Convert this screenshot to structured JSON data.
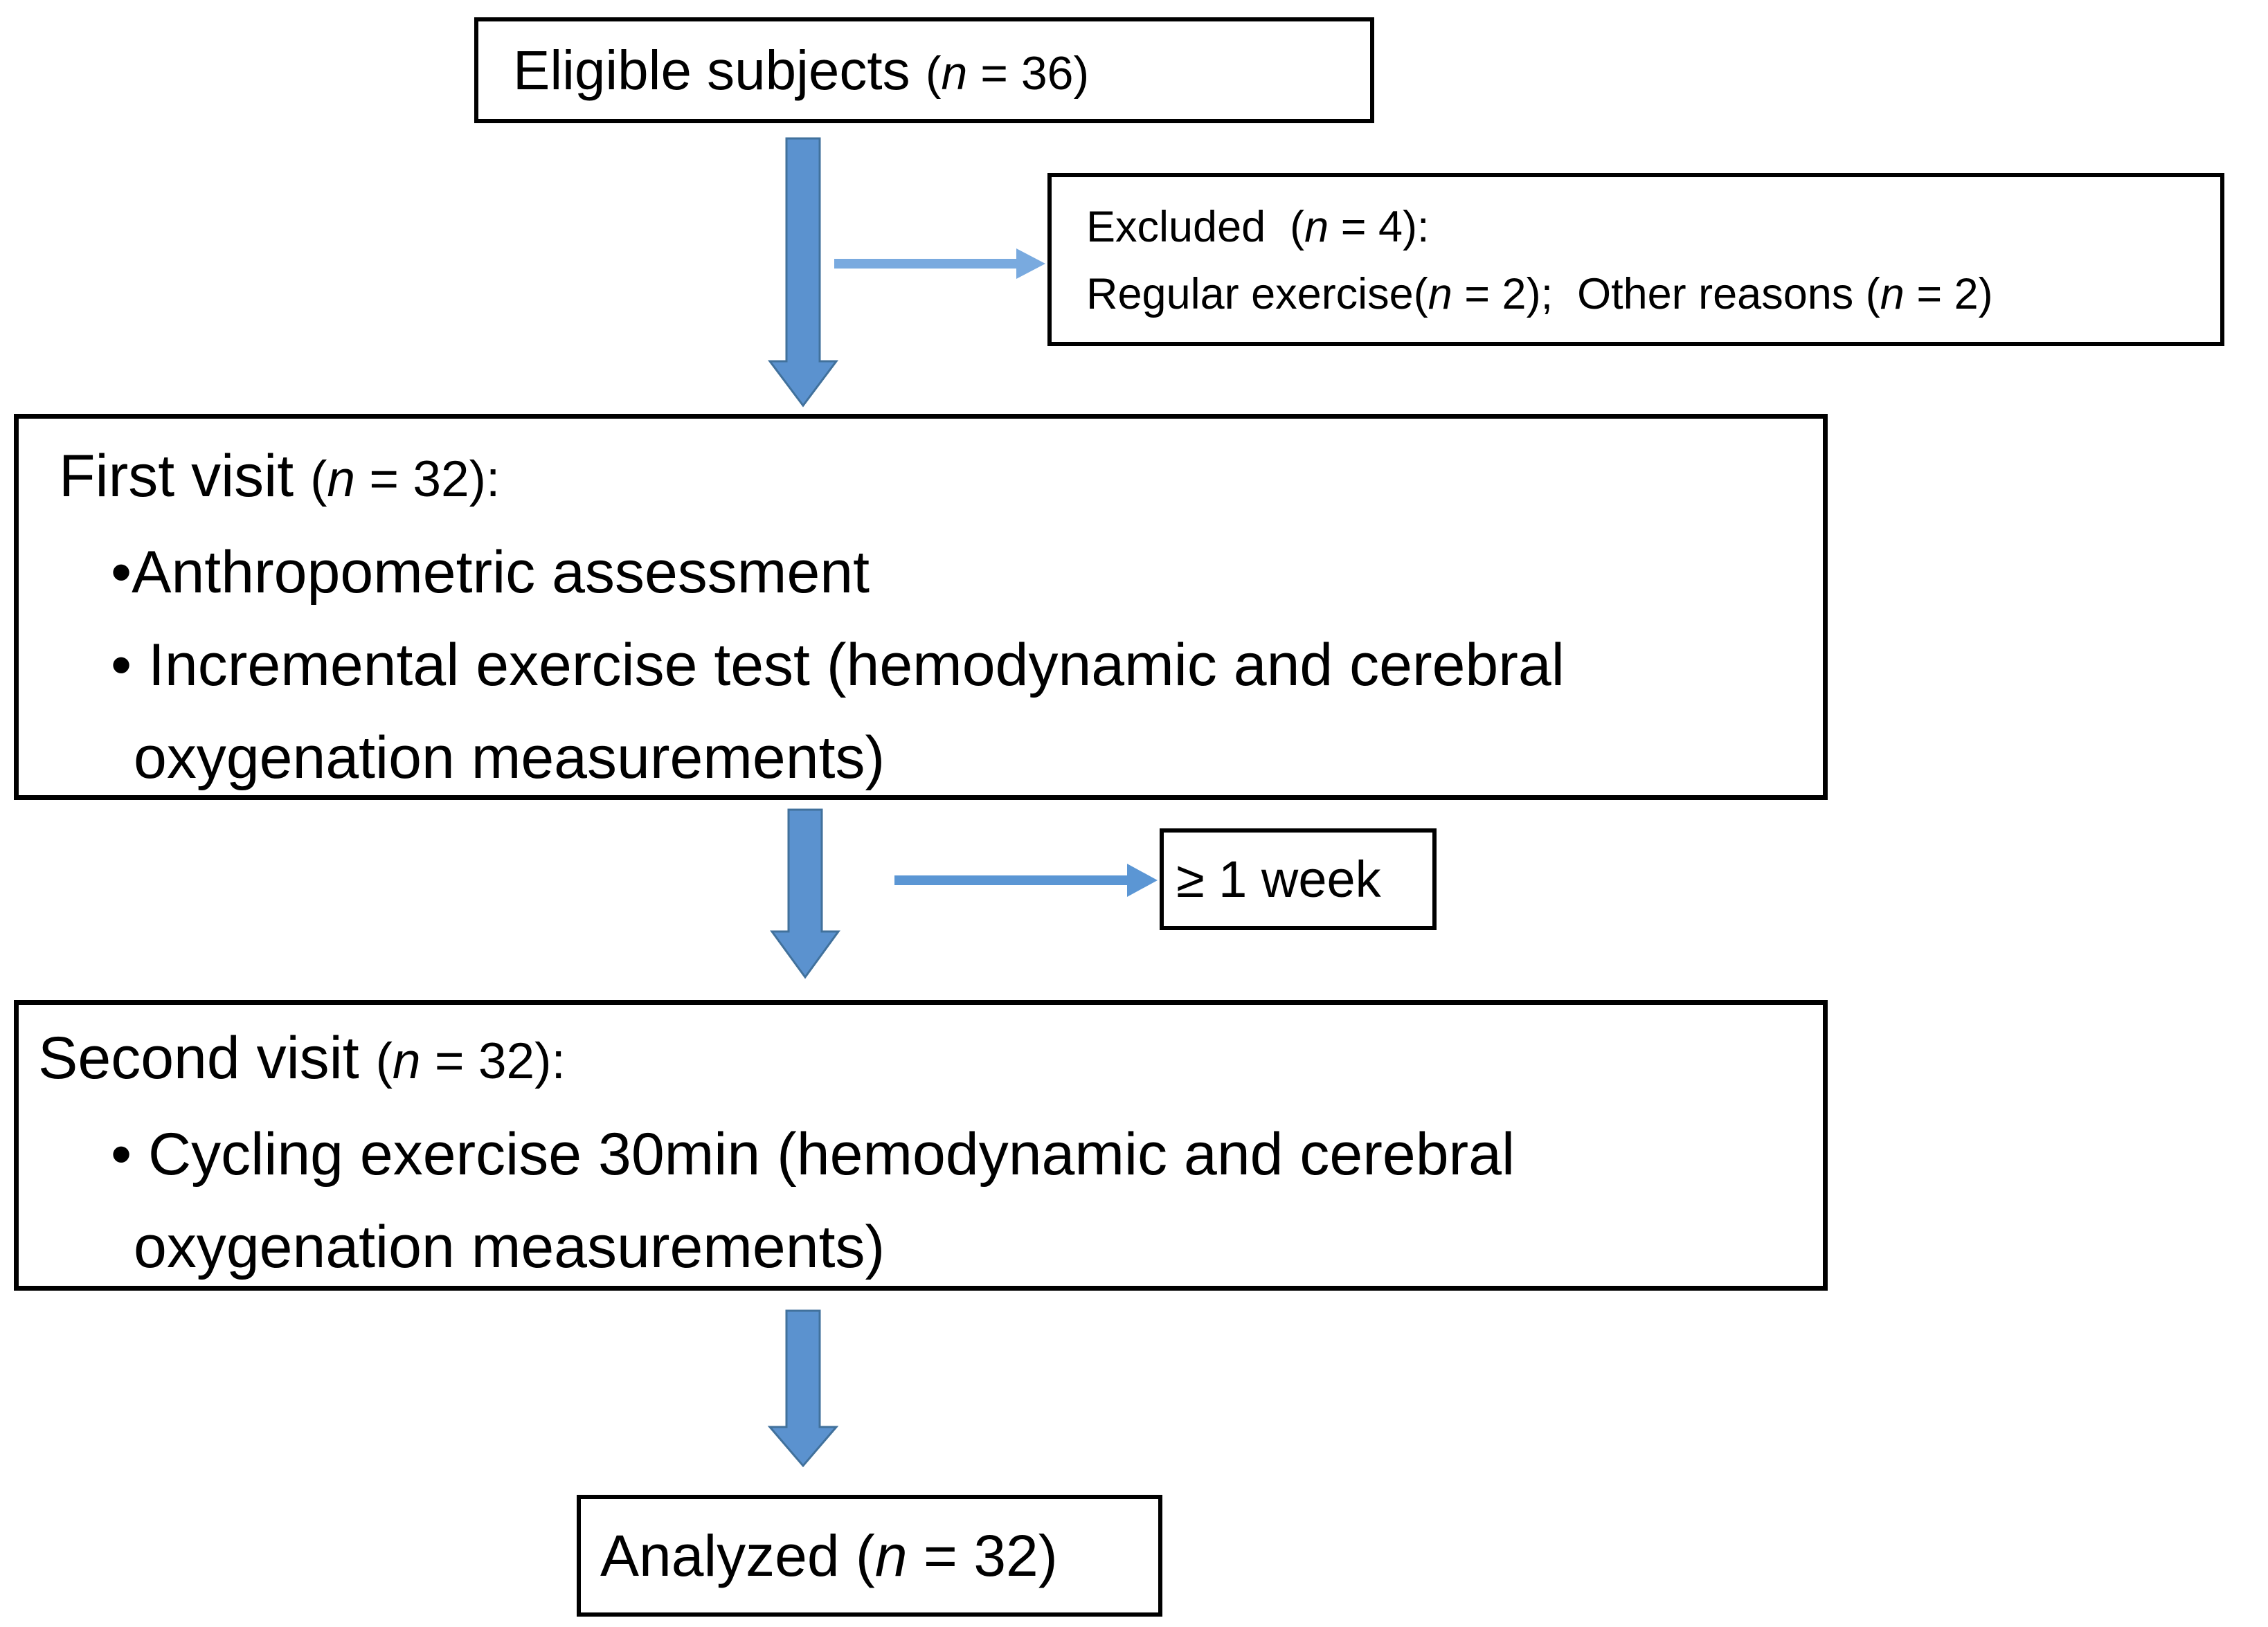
{
  "figure": {
    "type": "flowchart",
    "description_nodes": [
      "Eligible subjects",
      "Excluded",
      "First visit",
      "≥ 1 week",
      "Second visit",
      "Analyzed"
    ]
  },
  "colors": {
    "box_border": "#000000",
    "text": "#000000",
    "block_arrow_fill": "#5B92CF",
    "block_arrow_stroke": "#41719C",
    "branch_arrow_excluded": "#79AADF",
    "branch_arrow_week": "#5B96D4"
  },
  "nodes": {
    "eligible": {
      "rich": [
        {
          "t": "Eligible subjects "
        },
        {
          "t": "(",
          "s": 1
        },
        {
          "t": "n",
          "s": 1,
          "i": 1
        },
        {
          "t": " = 36)",
          "s": 1
        }
      ]
    },
    "excluded": {
      "line1": [
        {
          "t": "Excluded  ("
        },
        {
          "t": "n",
          "i": 1
        },
        {
          "t": " = 4):"
        }
      ],
      "line2": [
        {
          "t": "Regular exercise("
        },
        {
          "t": "n",
          "i": 1
        },
        {
          "t": " = 2);  Other reasons ("
        },
        {
          "t": "n",
          "i": 1
        },
        {
          "t": " = 2)"
        }
      ]
    },
    "first_visit": {
      "title": [
        {
          "t": "First visit "
        },
        {
          "t": "(",
          "s": 1
        },
        {
          "t": "n",
          "s": 1,
          "i": 1
        },
        {
          "t": " = 32):",
          "s": 1
        }
      ],
      "bullet1": [
        {
          "t": "•Anthropometric assessment"
        }
      ],
      "bullet2": [
        {
          "t": "• Incremental exercise test (hemodynamic and cerebral"
        }
      ],
      "bullet2_cont": [
        {
          "t": "oxygenation measurements)"
        }
      ]
    },
    "week_interval": {
      "rich": [
        {
          "t": "≥ 1 week"
        }
      ]
    },
    "second_visit": {
      "title": [
        {
          "t": "Second visit "
        },
        {
          "t": "(",
          "s": 1
        },
        {
          "t": "n",
          "s": 1,
          "i": 1
        },
        {
          "t": " = 32):",
          "s": 1
        }
      ],
      "bullet1": [
        {
          "t": "• Cycling exercise 30min (hemodynamic and cerebral"
        }
      ],
      "bullet1_cont": [
        {
          "t": "oxygenation measurements)"
        }
      ]
    },
    "analyzed": {
      "rich": [
        {
          "t": "Analyzed ("
        },
        {
          "t": "n",
          "i": 1
        },
        {
          "t": " = 32)"
        }
      ]
    }
  }
}
